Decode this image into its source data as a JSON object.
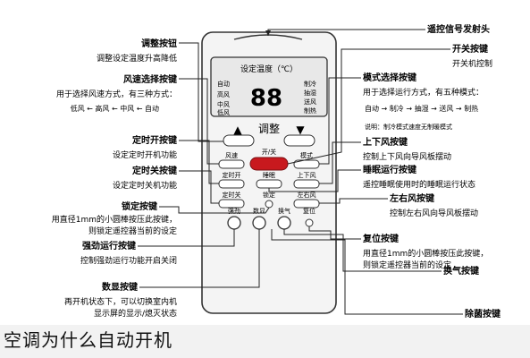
{
  "remote": {
    "display_title": "设定温度（℃）",
    "digits": "88",
    "modes": [
      "制冷",
      "抽湿",
      "送风",
      "制热",
      "自动"
    ],
    "fan_levels": [
      "高风",
      "中风",
      "低风"
    ],
    "temp_label": "调整",
    "btn_fan": "风速",
    "btn_mode": "模式",
    "btn_power": "开/关",
    "btn_timer_on": "定时开",
    "btn_sleep": "睡眠",
    "btn_swing_ud": "上下风",
    "btn_timer_off": "定时关",
    "btn_lock": "锁定",
    "btn_swing_lr": "左右风",
    "btn_turbo": "强劲",
    "btn_display": "数显",
    "btn_fresh": "换气",
    "btn_reset": "复位"
  },
  "left_labels": [
    {
      "title": "调整按钮",
      "desc": [
        "调整设定温度升高降低"
      ]
    },
    {
      "title": "风速选择按键",
      "desc": [
        "用于选择风速方式，有三种方式："
      ]
    },
    {
      "title": "定时开按键",
      "desc": [
        "设定定时开机功能"
      ]
    },
    {
      "title": "定时关按键",
      "desc": [
        "设定定时关机功能"
      ]
    },
    {
      "title": "锁定按键",
      "desc": [
        "用直径1mm的小圆棒按压此按键，",
        "则锁定遥控器当前的设定"
      ]
    },
    {
      "title": "强劲运行按键",
      "desc": [
        "控制强劲运行功能开启关闭"
      ]
    },
    {
      "title": "数显按键",
      "desc": [
        "再开机状态下，可以切换室内机",
        "显示屏的显示/熄灭状态"
      ]
    }
  ],
  "right_labels": [
    {
      "title": "遥控信号发射头",
      "desc": []
    },
    {
      "title": "开关按键",
      "desc": [
        "开关机控制"
      ]
    },
    {
      "title": "模式选择按键",
      "desc": [
        "用于选择运行方式，有五种模式："
      ]
    },
    {
      "title": "上下风按键",
      "desc": [
        "控制上下风向导风板摆动"
      ]
    },
    {
      "title": "睡眠运行按键",
      "desc": [
        "遥控睡眠使用时的睡眠运行状态"
      ]
    },
    {
      "title": "左右风按键",
      "desc": [
        "控制左右风向导风板摆动"
      ]
    },
    {
      "title": "复位按键",
      "desc": [
        "用直径1mm的小圆棒按压此按键，",
        "则锁定遥控器当前的设定"
      ]
    },
    {
      "title": "换气按键",
      "desc": []
    },
    {
      "title": "除菌按键",
      "desc": []
    }
  ],
  "fan_cycle": [
    "低风",
    "高风",
    "中风",
    "自动"
  ],
  "mode_cycle": [
    "自动",
    "制冷",
    "抽湿",
    "送风",
    "制热"
  ],
  "note": "说明：制冷模式速度无制暖模式",
  "caption": "空调为什么自动开机",
  "colors": {
    "power_button": "#c8191e",
    "remote_body": "#f4f4f4",
    "ink": "#222222"
  }
}
